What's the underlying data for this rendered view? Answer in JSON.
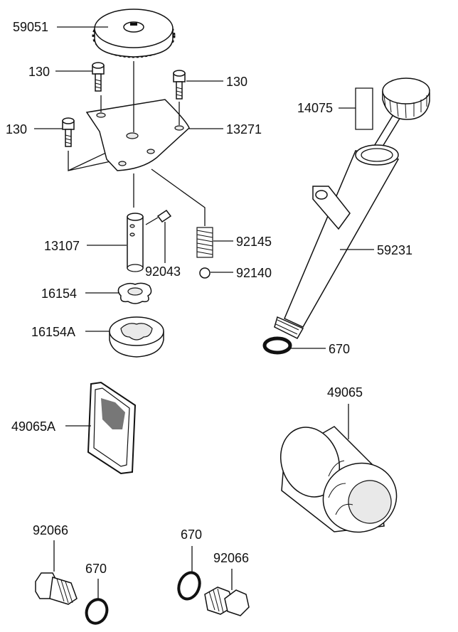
{
  "labels": {
    "oil_pump_gear": "59051",
    "bolt_left_top": "130",
    "bolt_right_top": "130",
    "bolt_left_mid": "130",
    "pump_cover": "13271",
    "oil_gauge_cap": "14075",
    "pump_shaft": "13107",
    "spring": "92145",
    "pin": "92043",
    "ball": "92140",
    "inner_rotor": "16154",
    "outer_rotor": "16154A",
    "oil_gauge_tube": "59231",
    "o_ring_tube": "670",
    "oil_filter_element": "49065A",
    "oil_filter": "49065",
    "drain_plug_left": "92066",
    "o_ring_left": "670",
    "o_ring_right": "670",
    "drain_plug_right": "92066"
  }
}
